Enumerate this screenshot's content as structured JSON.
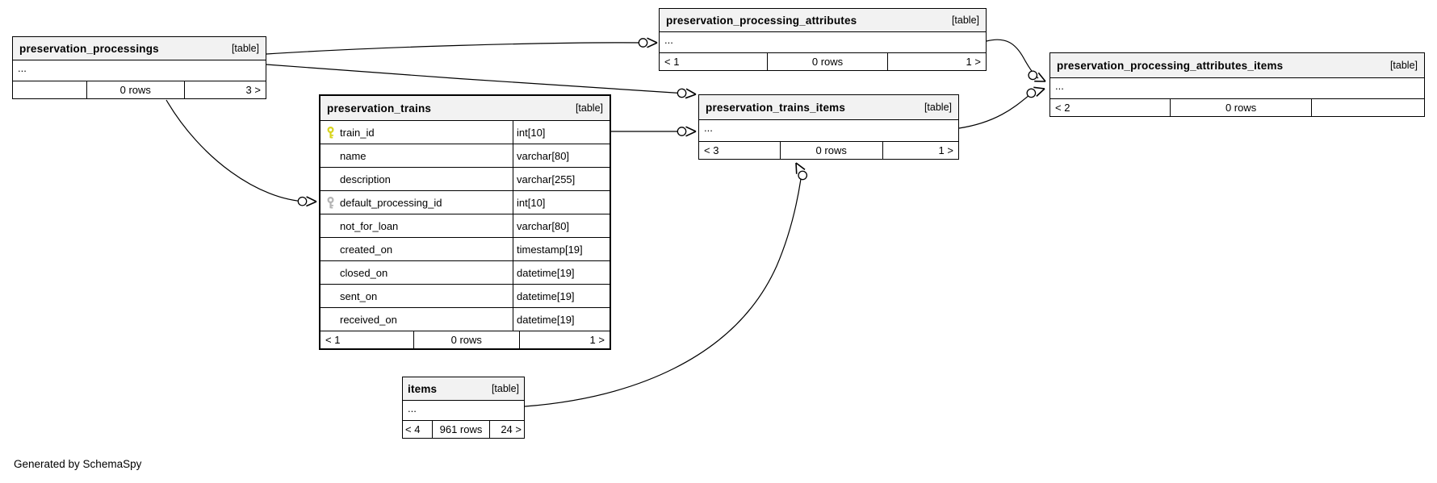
{
  "footer_note": "Generated by SchemaSpy",
  "colors": {
    "header_bg": "#f2f2f2",
    "border": "#000000",
    "edge": "#000000",
    "primary_key_icon": "#d8d41c",
    "foreign_key_icon": "#b4b4b4"
  },
  "tables": {
    "preservation_processings": {
      "name": "preservation_processings",
      "tag": "[table]",
      "dots": "...",
      "footer": [
        "",
        "0 rows",
        "3 >"
      ]
    },
    "preservation_processing_attributes": {
      "name": "preservation_processing_attributes",
      "tag": "[table]",
      "dots": "...",
      "footer": [
        "< 1",
        "0 rows",
        "1 >"
      ]
    },
    "preservation_processing_attributes_items": {
      "name": "preservation_processing_attributes_items",
      "tag": "[table]",
      "dots": "...",
      "footer": [
        "< 2",
        "0 rows",
        ""
      ]
    },
    "preservation_trains": {
      "name": "preservation_trains",
      "tag": "[table]",
      "columns": [
        {
          "icon": "primary-key",
          "name": "train_id",
          "type": "int[10]"
        },
        {
          "icon": "",
          "name": "name",
          "type": "varchar[80]"
        },
        {
          "icon": "",
          "name": "description",
          "type": "varchar[255]"
        },
        {
          "icon": "foreign-key",
          "name": "default_processing_id",
          "type": "int[10]"
        },
        {
          "icon": "",
          "name": "not_for_loan",
          "type": "varchar[80]"
        },
        {
          "icon": "",
          "name": "created_on",
          "type": "timestamp[19]"
        },
        {
          "icon": "",
          "name": "closed_on",
          "type": "datetime[19]"
        },
        {
          "icon": "",
          "name": "sent_on",
          "type": "datetime[19]"
        },
        {
          "icon": "",
          "name": "received_on",
          "type": "datetime[19]"
        }
      ],
      "footer": [
        "< 1",
        "0 rows",
        "1 >"
      ]
    },
    "preservation_trains_items": {
      "name": "preservation_trains_items",
      "tag": "[table]",
      "dots": "...",
      "footer": [
        "< 3",
        "0 rows",
        "1 >"
      ]
    },
    "items": {
      "name": "items",
      "tag": "[table]",
      "dots": "...",
      "footer": [
        "< 4",
        "961 rows",
        "24 >"
      ]
    }
  },
  "relationships": [
    {
      "from": "preservation_processings",
      "to": "preservation_processing_attributes"
    },
    {
      "from": "preservation_processings",
      "to": "preservation_trains_items"
    },
    {
      "from": "preservation_processings",
      "to": "preservation_trains.default_processing_id"
    },
    {
      "from": "preservation_trains.train_id",
      "to": "preservation_trains_items"
    },
    {
      "from": "preservation_trains_items",
      "to": "preservation_processing_attributes_items"
    },
    {
      "from": "preservation_processing_attributes",
      "to": "preservation_processing_attributes_items"
    },
    {
      "from": "items",
      "to": "preservation_trains_items"
    }
  ]
}
